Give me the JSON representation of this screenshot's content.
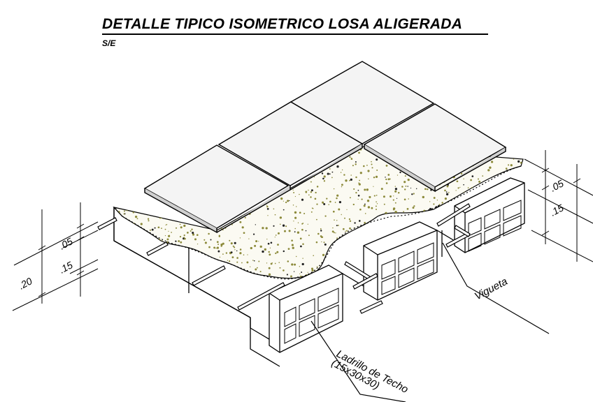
{
  "title": "DETALLE TIPICO ISOMETRICO LOSA ALIGERADA",
  "scale": "S/E",
  "dimensions": {
    "left_top": ".05",
    "left_mid": ".15",
    "left_total": ".20",
    "right_top": ".05",
    "right_mid": ".15"
  },
  "labels": {
    "vigueta": "Vigueta",
    "ladrillo_line1": "Ladrillo de Techo",
    "ladrillo_line2": "(15x30x30)"
  },
  "colors": {
    "concrete_speckle": "#8c8a3a",
    "tile_fill": "#f4f4f4",
    "line": "#000000"
  }
}
